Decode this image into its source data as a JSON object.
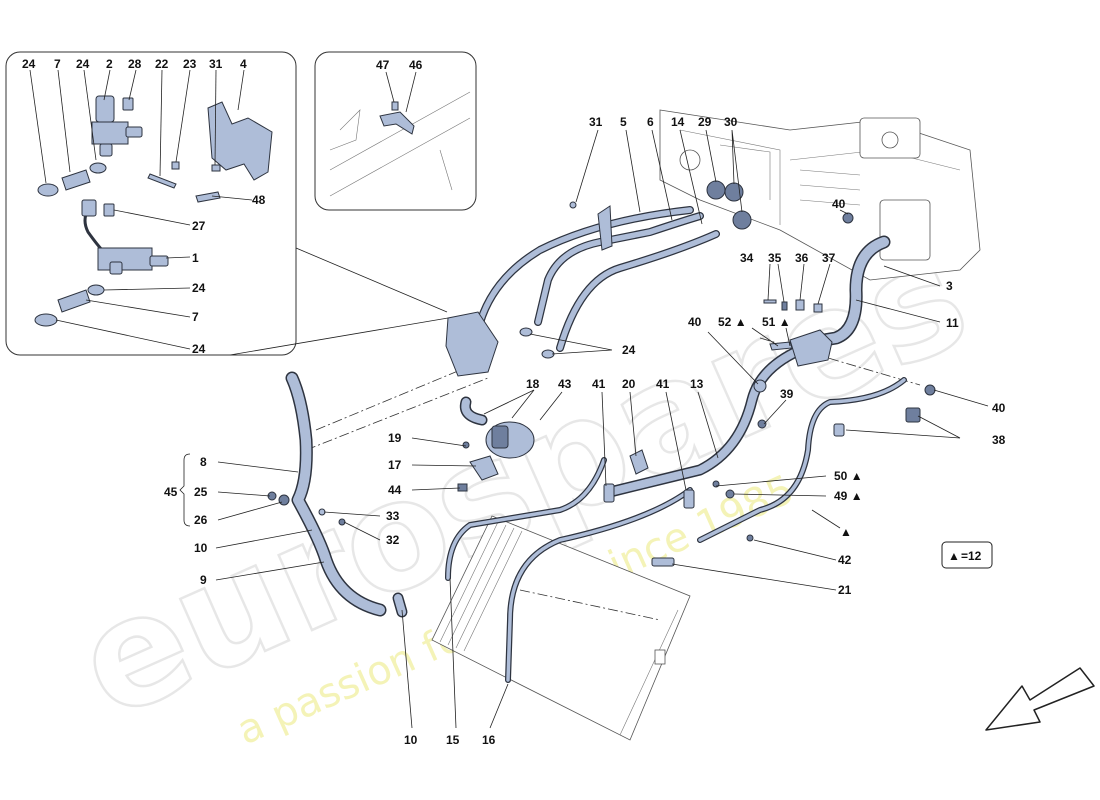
{
  "watermark": {
    "logo_text": "eurospares",
    "slogan": "a passion for parts since 1985"
  },
  "legend": {
    "symbol": "▲",
    "text": "=12"
  },
  "callouts": {
    "inset_left": [
      "24",
      "7",
      "24",
      "2",
      "28",
      "22",
      "23",
      "31",
      "4",
      "48",
      "27",
      "1",
      "24",
      "7",
      "24"
    ],
    "inset_right": [
      "47",
      "46"
    ],
    "main_top": [
      "31",
      "5",
      "6",
      "14",
      "29",
      "30",
      "40",
      "3",
      "34",
      "35",
      "36",
      "37",
      "11"
    ],
    "main_mid": [
      "40",
      "52",
      "51",
      "24",
      "18",
      "43",
      "41",
      "20",
      "41",
      "13",
      "39",
      "40",
      "38"
    ],
    "main_left": [
      "8",
      "45",
      "25",
      "26",
      "19",
      "17",
      "44",
      "33",
      "32",
      "10",
      "9",
      "10",
      "15",
      "16",
      "21",
      "42",
      "50",
      "49"
    ]
  }
}
